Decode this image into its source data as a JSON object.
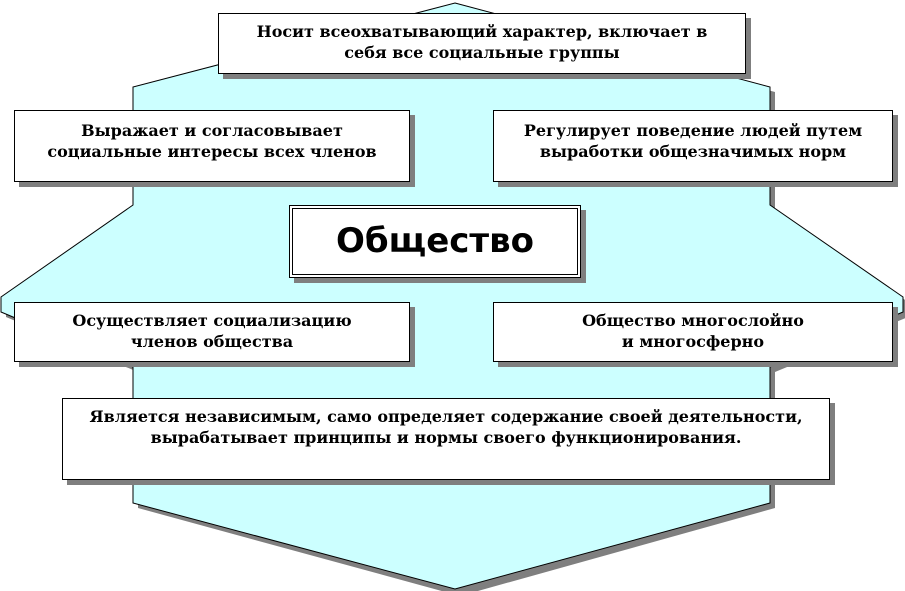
{
  "diagram": {
    "center": "Общество",
    "top": "Носит всеохватывающий  характер, включает в\nсебя все социальные группы",
    "left_1": "Выражает и согласовывает\nсоциальные интересы всех членов",
    "right_1": "Регулирует поведение людей путем\nвыработки общезначимых норм",
    "left_2": "Осуществляет  социализацию\nчленов общества",
    "right_2": "Общество многослойно\nи многосферно",
    "bottom": "Является независимым, само определяет содержание своей деятельности,\nвырабатывает  принципы и нормы своего функционирования."
  },
  "colors": {
    "background_shape": "#ccffff",
    "box_fill": "#ffffff",
    "border": "#000000",
    "shadow": "#7f7f7f"
  }
}
